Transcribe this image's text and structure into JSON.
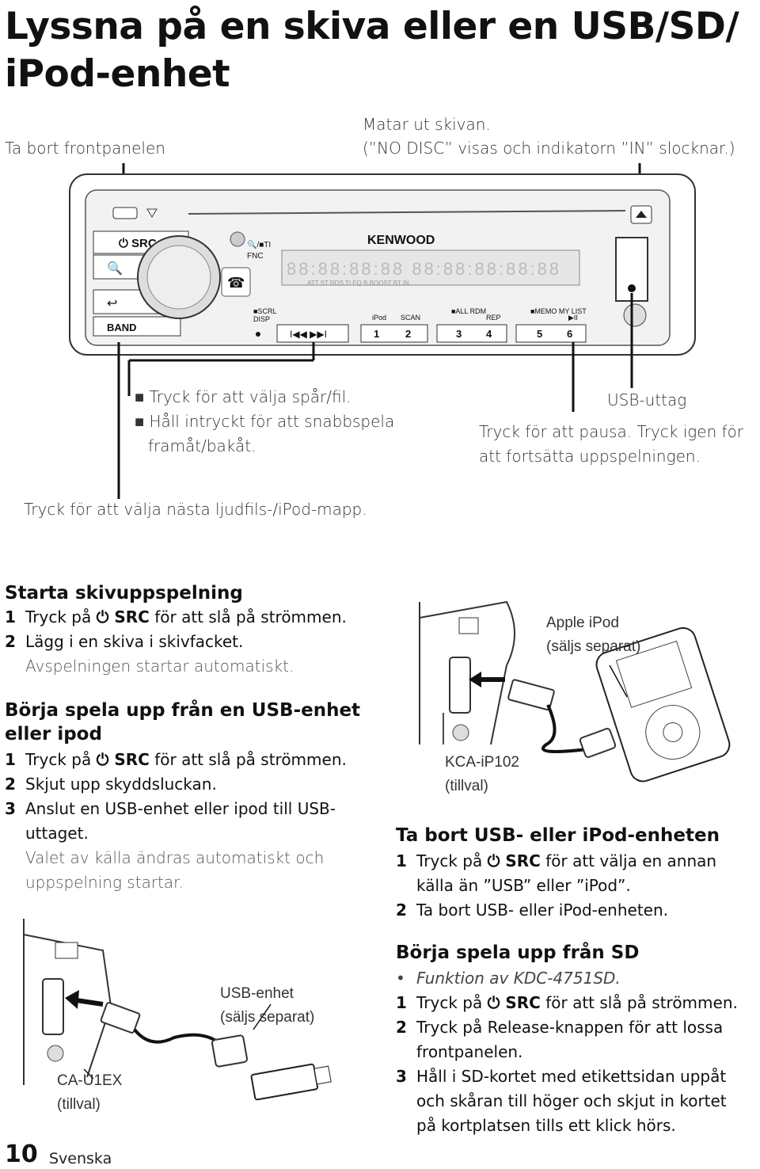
{
  "page": {
    "title_line1": "Lyssna på en skiva eller en USB/SD/",
    "title_line2": "iPod-enhet"
  },
  "callouts": {
    "remove_panel": "Ta bort frontpanelen",
    "eject_line1": "Matar ut skivan.",
    "eject_line2": "(”NO DISC” visas och indikatorn ”IN” slocknar.)",
    "track_line1": "Tryck för att välja spår/fil.",
    "track_line2": "Håll intryckt för att snabbspela",
    "track_line3": "framåt/bakåt.",
    "usb_port": "USB-uttag",
    "pause_line1": "Tryck för att pausa. Tryck igen för",
    "pause_line2": "att fortsätta uppspelningen.",
    "folder": "Tryck för att välja nästa ljudfils-/iPod-mapp."
  },
  "device": {
    "brand": "KENWOOD",
    "src": "SRC",
    "band": "BAND",
    "ti": "/ ■ TI",
    "fnc": "FNC",
    "scrl": "■ SCRL",
    "disp": "DISP",
    "lcd_indicators": [
      "ATT",
      "ST",
      "RDS",
      "TI",
      "EQ",
      "B.BOOST",
      "BT",
      "IN"
    ],
    "top_labels": [
      "iPod",
      "SCAN",
      "■ ALL",
      "RDM",
      "REP",
      "■ MEMO",
      "MY LIST",
      "▶II"
    ],
    "num_keys": [
      "1",
      "2",
      "3",
      "4",
      "5",
      "6"
    ]
  },
  "section_disc": {
    "heading": "Starta skivuppspelning",
    "step1_pre": "Tryck på ",
    "step1_bold": "⏻ SRC",
    "step1_post": " för att slå på strömmen.",
    "step2": "Lägg i en skiva i skivfacket.",
    "note": "Avspelningen startar automatiskt."
  },
  "section_usb": {
    "heading_line1": "Börja spela upp från en USB-enhet",
    "heading_line2": "eller ipod",
    "step1_pre": "Tryck på ",
    "step1_bold": "⏻ SRC",
    "step1_post": " för att slå på strömmen.",
    "step2": "Skjut upp skyddsluckan.",
    "step3_line1": "Anslut en USB-enhet eller ipod till USB-",
    "step3_line2": "uttaget.",
    "note_line1": "Valet av källa ändras automatiskt och",
    "note_line2": "uppspelning startar."
  },
  "illustrations": {
    "ipod_label_line1": "Apple iPod",
    "ipod_label_line2": "(säljs separat)",
    "kca_line1": "KCA-iP102",
    "kca_line2": "(tillval)",
    "usbdev_line1": "USB-enhet",
    "usbdev_line2": "(säljs separat)",
    "cau_line1": "CA-U1EX",
    "cau_line2": "(tillval)"
  },
  "section_remove": {
    "heading": "Ta bort USB- eller iPod-enheten",
    "step1_pre": "Tryck på ",
    "step1_bold": "⏻ SRC",
    "step1_post": " för att välja en annan",
    "step1_line2": "källa än ”USB” eller ”iPod”.",
    "step2": "Ta bort USB- eller iPod-enheten."
  },
  "section_sd": {
    "heading": "Börja spela upp från SD",
    "bullet": "Funktion av KDC-4751SD.",
    "step1_pre": "Tryck på ",
    "step1_bold": "⏻ SRC",
    "step1_post": " för att slå på strömmen.",
    "step2_line1": "Tryck på Release-knappen för att lossa",
    "step2_line2": "frontpanelen.",
    "step3_line1": "Håll i SD-kortet med etikettsidan uppåt",
    "step3_line2": "och skåran till höger och skjut in kortet",
    "step3_line3": "på kortplatsen tills ett klick hörs."
  },
  "step_numbers": [
    "1",
    "2",
    "3"
  ],
  "footer": {
    "page_number": "10",
    "language": "Svenska"
  }
}
